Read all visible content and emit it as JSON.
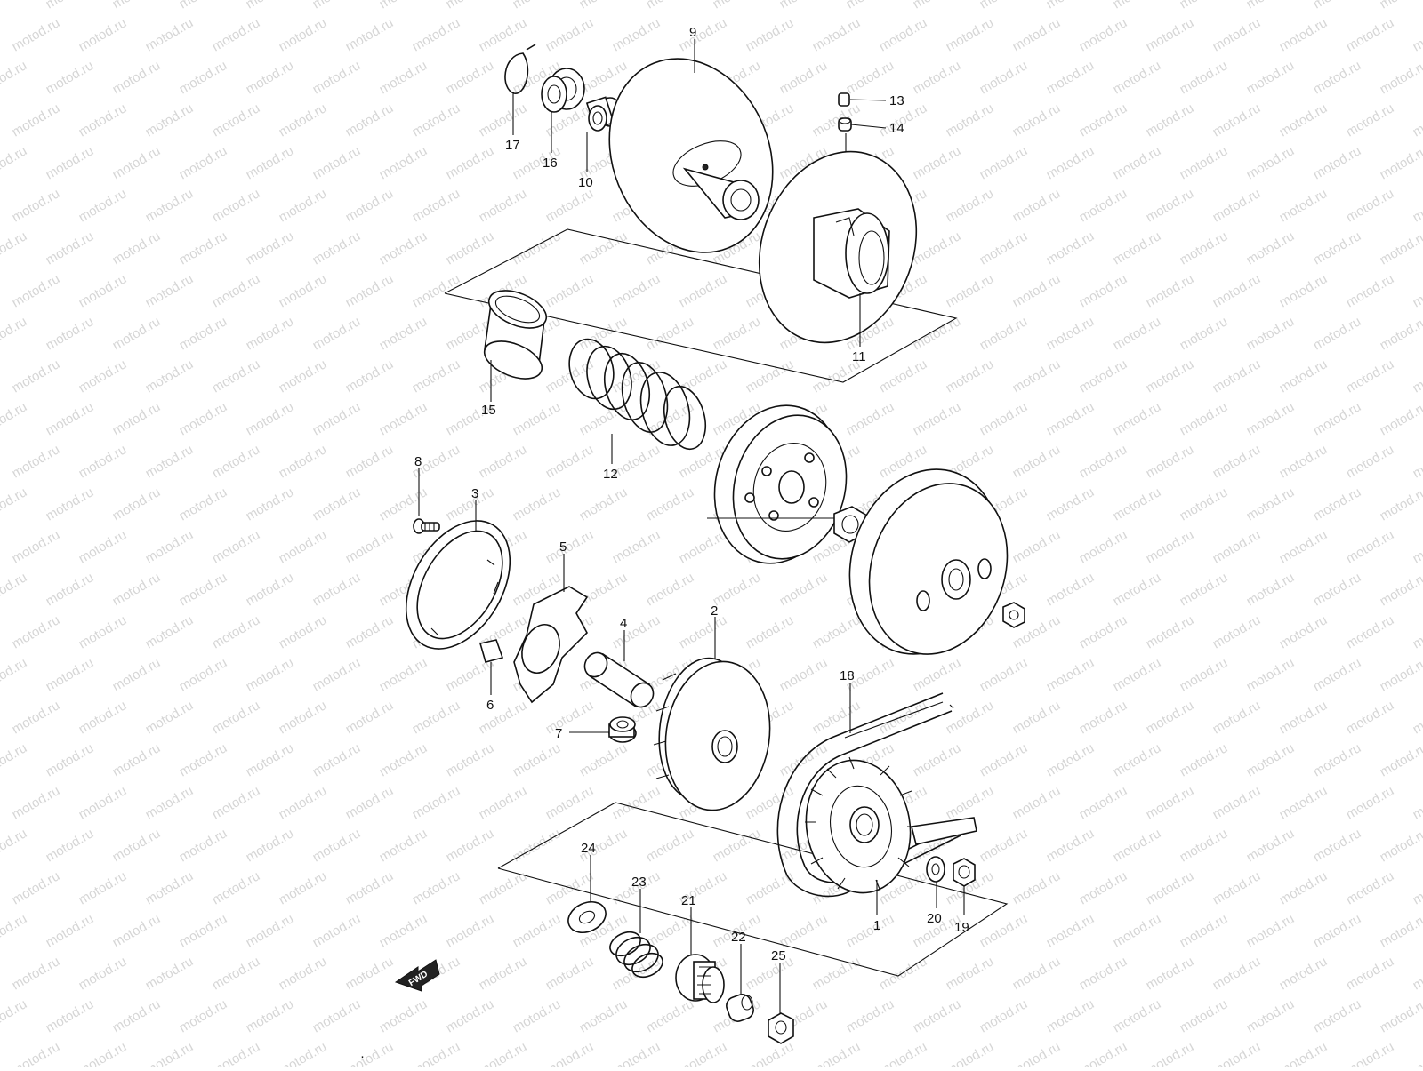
{
  "watermark": "motod.ru",
  "arrow_label": "FWD",
  "callouts": [
    {
      "id": "c9",
      "label": "9"
    },
    {
      "id": "c17",
      "label": "17"
    },
    {
      "id": "c16",
      "label": "16"
    },
    {
      "id": "c10",
      "label": "10"
    },
    {
      "id": "c13",
      "label": "13"
    },
    {
      "id": "c14",
      "label": "14"
    },
    {
      "id": "c11",
      "label": "11"
    },
    {
      "id": "c15",
      "label": "15"
    },
    {
      "id": "c12",
      "label": "12"
    },
    {
      "id": "c8",
      "label": "8"
    },
    {
      "id": "c3",
      "label": "3"
    },
    {
      "id": "c5",
      "label": "5"
    },
    {
      "id": "c4",
      "label": "4"
    },
    {
      "id": "c2",
      "label": "2"
    },
    {
      "id": "c6",
      "label": "6"
    },
    {
      "id": "c7",
      "label": "7"
    },
    {
      "id": "c18",
      "label": "18"
    },
    {
      "id": "c24",
      "label": "24"
    },
    {
      "id": "c23",
      "label": "23"
    },
    {
      "id": "c21",
      "label": "21"
    },
    {
      "id": "c22",
      "label": "22"
    },
    {
      "id": "c25",
      "label": "25"
    },
    {
      "id": "c1",
      "label": "1"
    },
    {
      "id": "c20",
      "label": "20"
    },
    {
      "id": "c19",
      "label": "19"
    }
  ]
}
